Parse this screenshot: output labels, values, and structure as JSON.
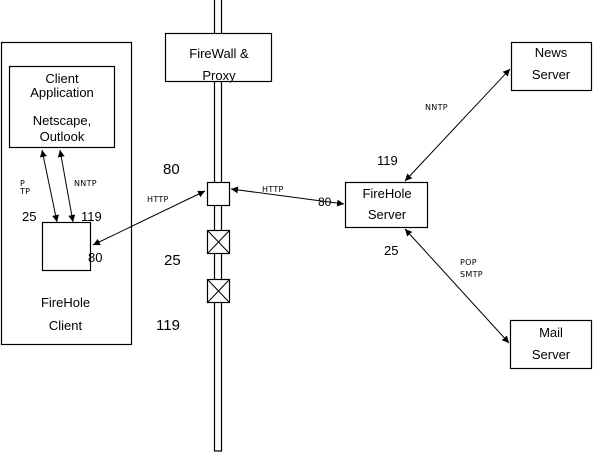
{
  "diagram": {
    "firewall": {
      "line1": "FireWall &",
      "line2": "Proxy"
    },
    "client_app": {
      "line1": "Client",
      "line2": "Application",
      "line3": "Netscape,",
      "line4": "Outlook"
    },
    "firehole_client": {
      "line1": "FireHole",
      "line2": "Client"
    },
    "firehole_server": {
      "line1": "FireHole",
      "line2": "Server"
    },
    "news_server": {
      "line1": "News",
      "line2": "Server"
    },
    "mail_server": {
      "line1": "Mail",
      "line2": "Server"
    },
    "firewall_gates": [
      {
        "port": "80",
        "state": "open"
      },
      {
        "port": "25",
        "state": "blocked"
      },
      {
        "port": "119",
        "state": "blocked"
      }
    ],
    "ports": {
      "firewall_http": "80",
      "firewall_smtp": "25",
      "firewall_nntp": "119",
      "client_smtp": "25",
      "client_nntp": "119",
      "client_http": "80",
      "server_http": "80",
      "server_nntp": "119",
      "server_smtp": "25"
    },
    "protocols": {
      "client_mail_line1": "P",
      "client_mail_line2": "TP",
      "client_nntp": "NNTP",
      "http_client_side": "HTTP",
      "http_server_side": "HTTP",
      "news_link": "NNTP",
      "mail_link_line1": "POP",
      "mail_link_line2": "SMTP"
    }
  }
}
